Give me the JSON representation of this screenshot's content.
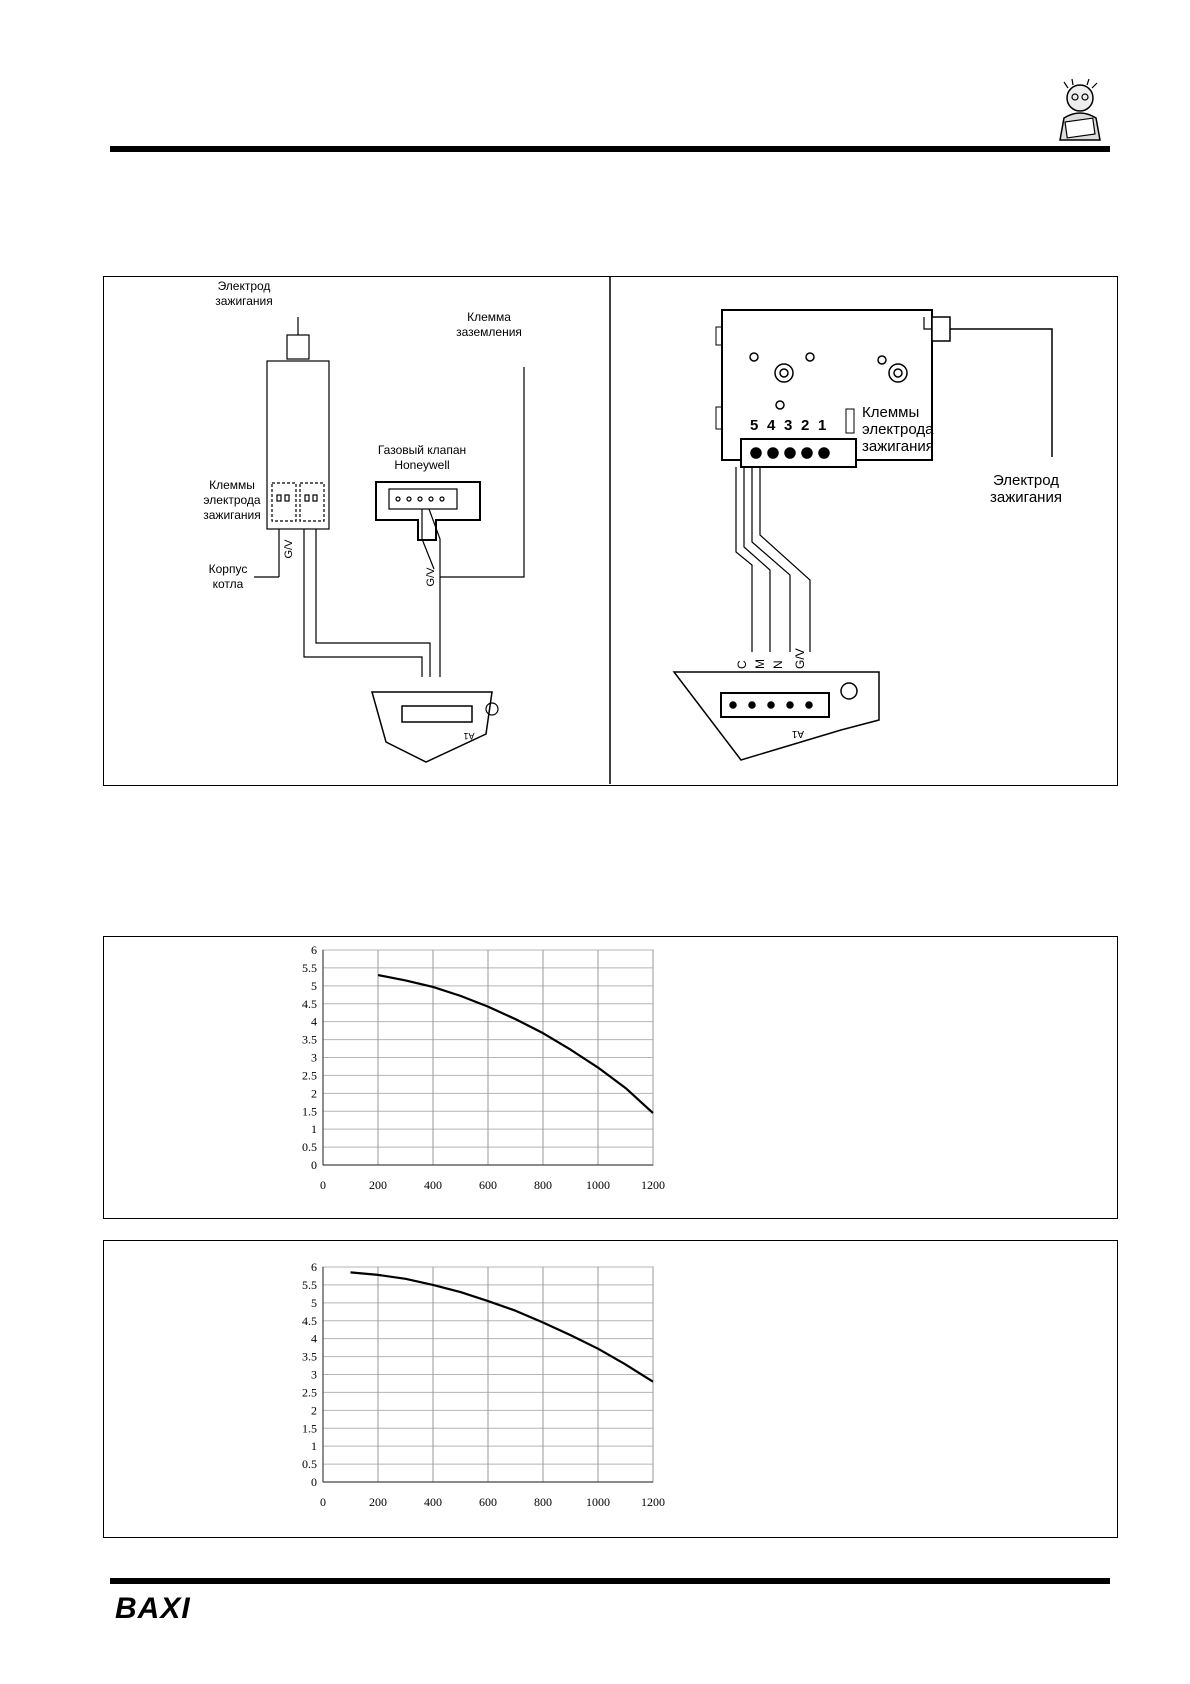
{
  "header": {
    "mascot_icon": "reading-person-icon"
  },
  "wiring_left": {
    "electrode_label": [
      "Электрод",
      "зажигания"
    ],
    "ground_terminal_label": [
      "Клемма",
      "заземления"
    ],
    "gas_valve_label": [
      "Газовый клапан",
      "Honeywell"
    ],
    "electrode_terminals_label": [
      "Клеммы",
      "электрода",
      "зажигания"
    ],
    "boiler_body_label": [
      "Корпус",
      "котла"
    ],
    "gv_label": "G/V",
    "connector_label": "A1"
  },
  "wiring_right": {
    "terminal_numbers": [
      "5",
      "4",
      "3",
      "2",
      "1"
    ],
    "electrode_terminals_label": [
      "Клеммы",
      "электрода",
      "зажигания"
    ],
    "electrode_label": [
      "Электрод",
      "зажигания"
    ],
    "wire_labels": [
      "C",
      "M",
      "N",
      "G/V"
    ],
    "connector_label": "A1"
  },
  "chart_data": [
    {
      "type": "line",
      "title": "",
      "xlabel": "",
      "ylabel": "",
      "xlim": [
        0,
        1200
      ],
      "ylim": [
        0,
        6
      ],
      "xticks": [
        "0",
        "200",
        "400",
        "600",
        "800",
        "1000",
        "1200"
      ],
      "yticks": [
        "0",
        "0.5",
        "1",
        "1.5",
        "2",
        "2.5",
        "3",
        "3.5",
        "4",
        "4.5",
        "5",
        "5.5",
        "6"
      ],
      "grid": true,
      "series": [
        {
          "x": [
            200,
            300,
            400,
            500,
            600,
            700,
            800,
            900,
            1000,
            1100,
            1200
          ],
          "y": [
            5.3,
            5.15,
            4.97,
            4.72,
            4.42,
            4.07,
            3.68,
            3.22,
            2.72,
            2.15,
            1.45
          ]
        }
      ]
    },
    {
      "type": "line",
      "title": "",
      "xlabel": "",
      "ylabel": "",
      "xlim": [
        0,
        1200
      ],
      "ylim": [
        0,
        6
      ],
      "xticks": [
        "0",
        "200",
        "400",
        "600",
        "800",
        "1000",
        "1200"
      ],
      "yticks": [
        "0",
        "0.5",
        "1",
        "1.5",
        "2",
        "2.5",
        "3",
        "3.5",
        "4",
        "4.5",
        "5",
        "5.5",
        "6"
      ],
      "grid": true,
      "series": [
        {
          "x": [
            100,
            200,
            300,
            400,
            500,
            600,
            700,
            800,
            900,
            1000,
            1100,
            1200
          ],
          "y": [
            5.85,
            5.78,
            5.67,
            5.5,
            5.3,
            5.05,
            4.78,
            4.45,
            4.1,
            3.72,
            3.28,
            2.8
          ]
        }
      ]
    }
  ],
  "footer": {
    "brand": "BAXI"
  }
}
